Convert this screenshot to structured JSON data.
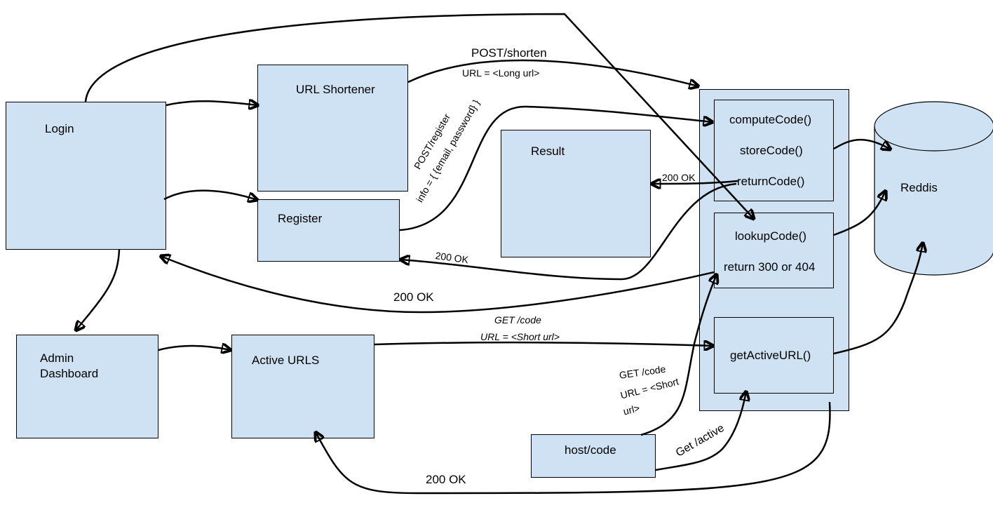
{
  "boxes": {
    "login": "Login",
    "url_shortener": "URL Shortener",
    "register": "Register",
    "result": "Result",
    "admin_dashboard_line1": "Admin",
    "admin_dashboard_line2": "Dashboard",
    "active_urls": "Active URLS",
    "host_code": "host/code",
    "reddis": "Reddis"
  },
  "service": {
    "compute_code": "computeCode()",
    "store_code": "storeCode()",
    "return_code": "returnCode()",
    "lookup_code": "lookupCode()",
    "return_status": "return 300 or 404",
    "get_active_url": "getActiveURL()"
  },
  "edge_labels": {
    "post_shorten": "POST/shorten",
    "url_long": "URL = <Long url>",
    "post_register": "POST/register",
    "register_info": "info = { {email, password} }",
    "ok_result": "200 OK",
    "ok_register": "200 OK",
    "ok_login": "200 OK",
    "get_code_1": "GET /code",
    "url_short_1": "URL = <Short url>",
    "get_code_2": "GET /code",
    "url_short_2a": "URL = <Short",
    "url_short_2b": "url>",
    "get_active": "Get /active",
    "ok_active": "200 OK"
  }
}
